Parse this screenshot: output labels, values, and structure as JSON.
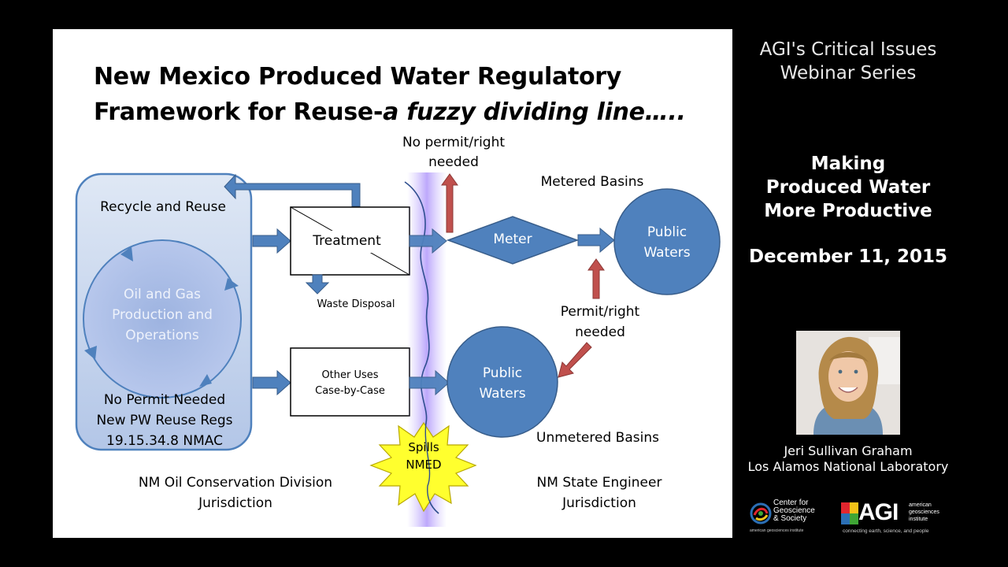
{
  "slide": {
    "title_line1": "New Mexico Produced Water Regulatory",
    "title_line2_plain": "Framework for Reuse-",
    "title_line2_italic": "a fuzzy dividing line…..",
    "recycle_label": "Recycle and Reuse",
    "cycle_label_1": "Oil and Gas",
    "cycle_label_2": "Production and",
    "cycle_label_3": "Operations",
    "no_permit_1": "No Permit Needed",
    "no_permit_2": "New PW Reuse Regs",
    "no_permit_3": "19.15.34.8 NMAC",
    "treatment": "Treatment",
    "waste_disposal": "Waste Disposal",
    "other_uses_1": "Other Uses",
    "other_uses_2": "Case-by-Case",
    "no_permit_right_1": "No permit/right",
    "no_permit_right_2": "needed",
    "metered_basins": "Metered Basins",
    "meter": "Meter",
    "public_waters_1_a": "Public",
    "public_waters_1_b": "Waters",
    "permit_right_1": "Permit/right",
    "permit_right_2": "needed",
    "public_waters_2_a": "Public",
    "public_waters_2_b": "Waters",
    "unmetered_basins": "Unmetered Basins",
    "spills_1": "Spills",
    "spills_2": "NMED",
    "ocd_1": "NM Oil Conservation Division",
    "ocd_2": "Jurisdiction",
    "ose_1": "NM State Engineer",
    "ose_2": "Jurisdiction"
  },
  "sidebar": {
    "series_1": "AGI's Critical Issues",
    "series_2": "Webinar Series",
    "topic_1": "Making",
    "topic_2": "Produced Water",
    "topic_3": "More Productive",
    "date": "December 11, 2015",
    "presenter_name": "Jeri Sullivan Graham",
    "presenter_org": "Los Alamos National Laboratory",
    "logo_ccs_1": "Center for",
    "logo_ccs_2": "Geoscience",
    "logo_ccs_3": "& Society",
    "logo_ccs_sub": "american geosciences institute",
    "logo_agi": "AGI",
    "logo_agi_1": "american",
    "logo_agi_2": "geosciences",
    "logo_agi_3": "institute",
    "logo_agi_sub": "connecting earth, science, and people"
  },
  "colors": {
    "shape_fill": "#4f81bd",
    "shape_stroke": "#385d8a",
    "arrow_red": "#c0504d",
    "boundary_glow": "#a78bfa",
    "spill_fill": "#ffff2e"
  }
}
